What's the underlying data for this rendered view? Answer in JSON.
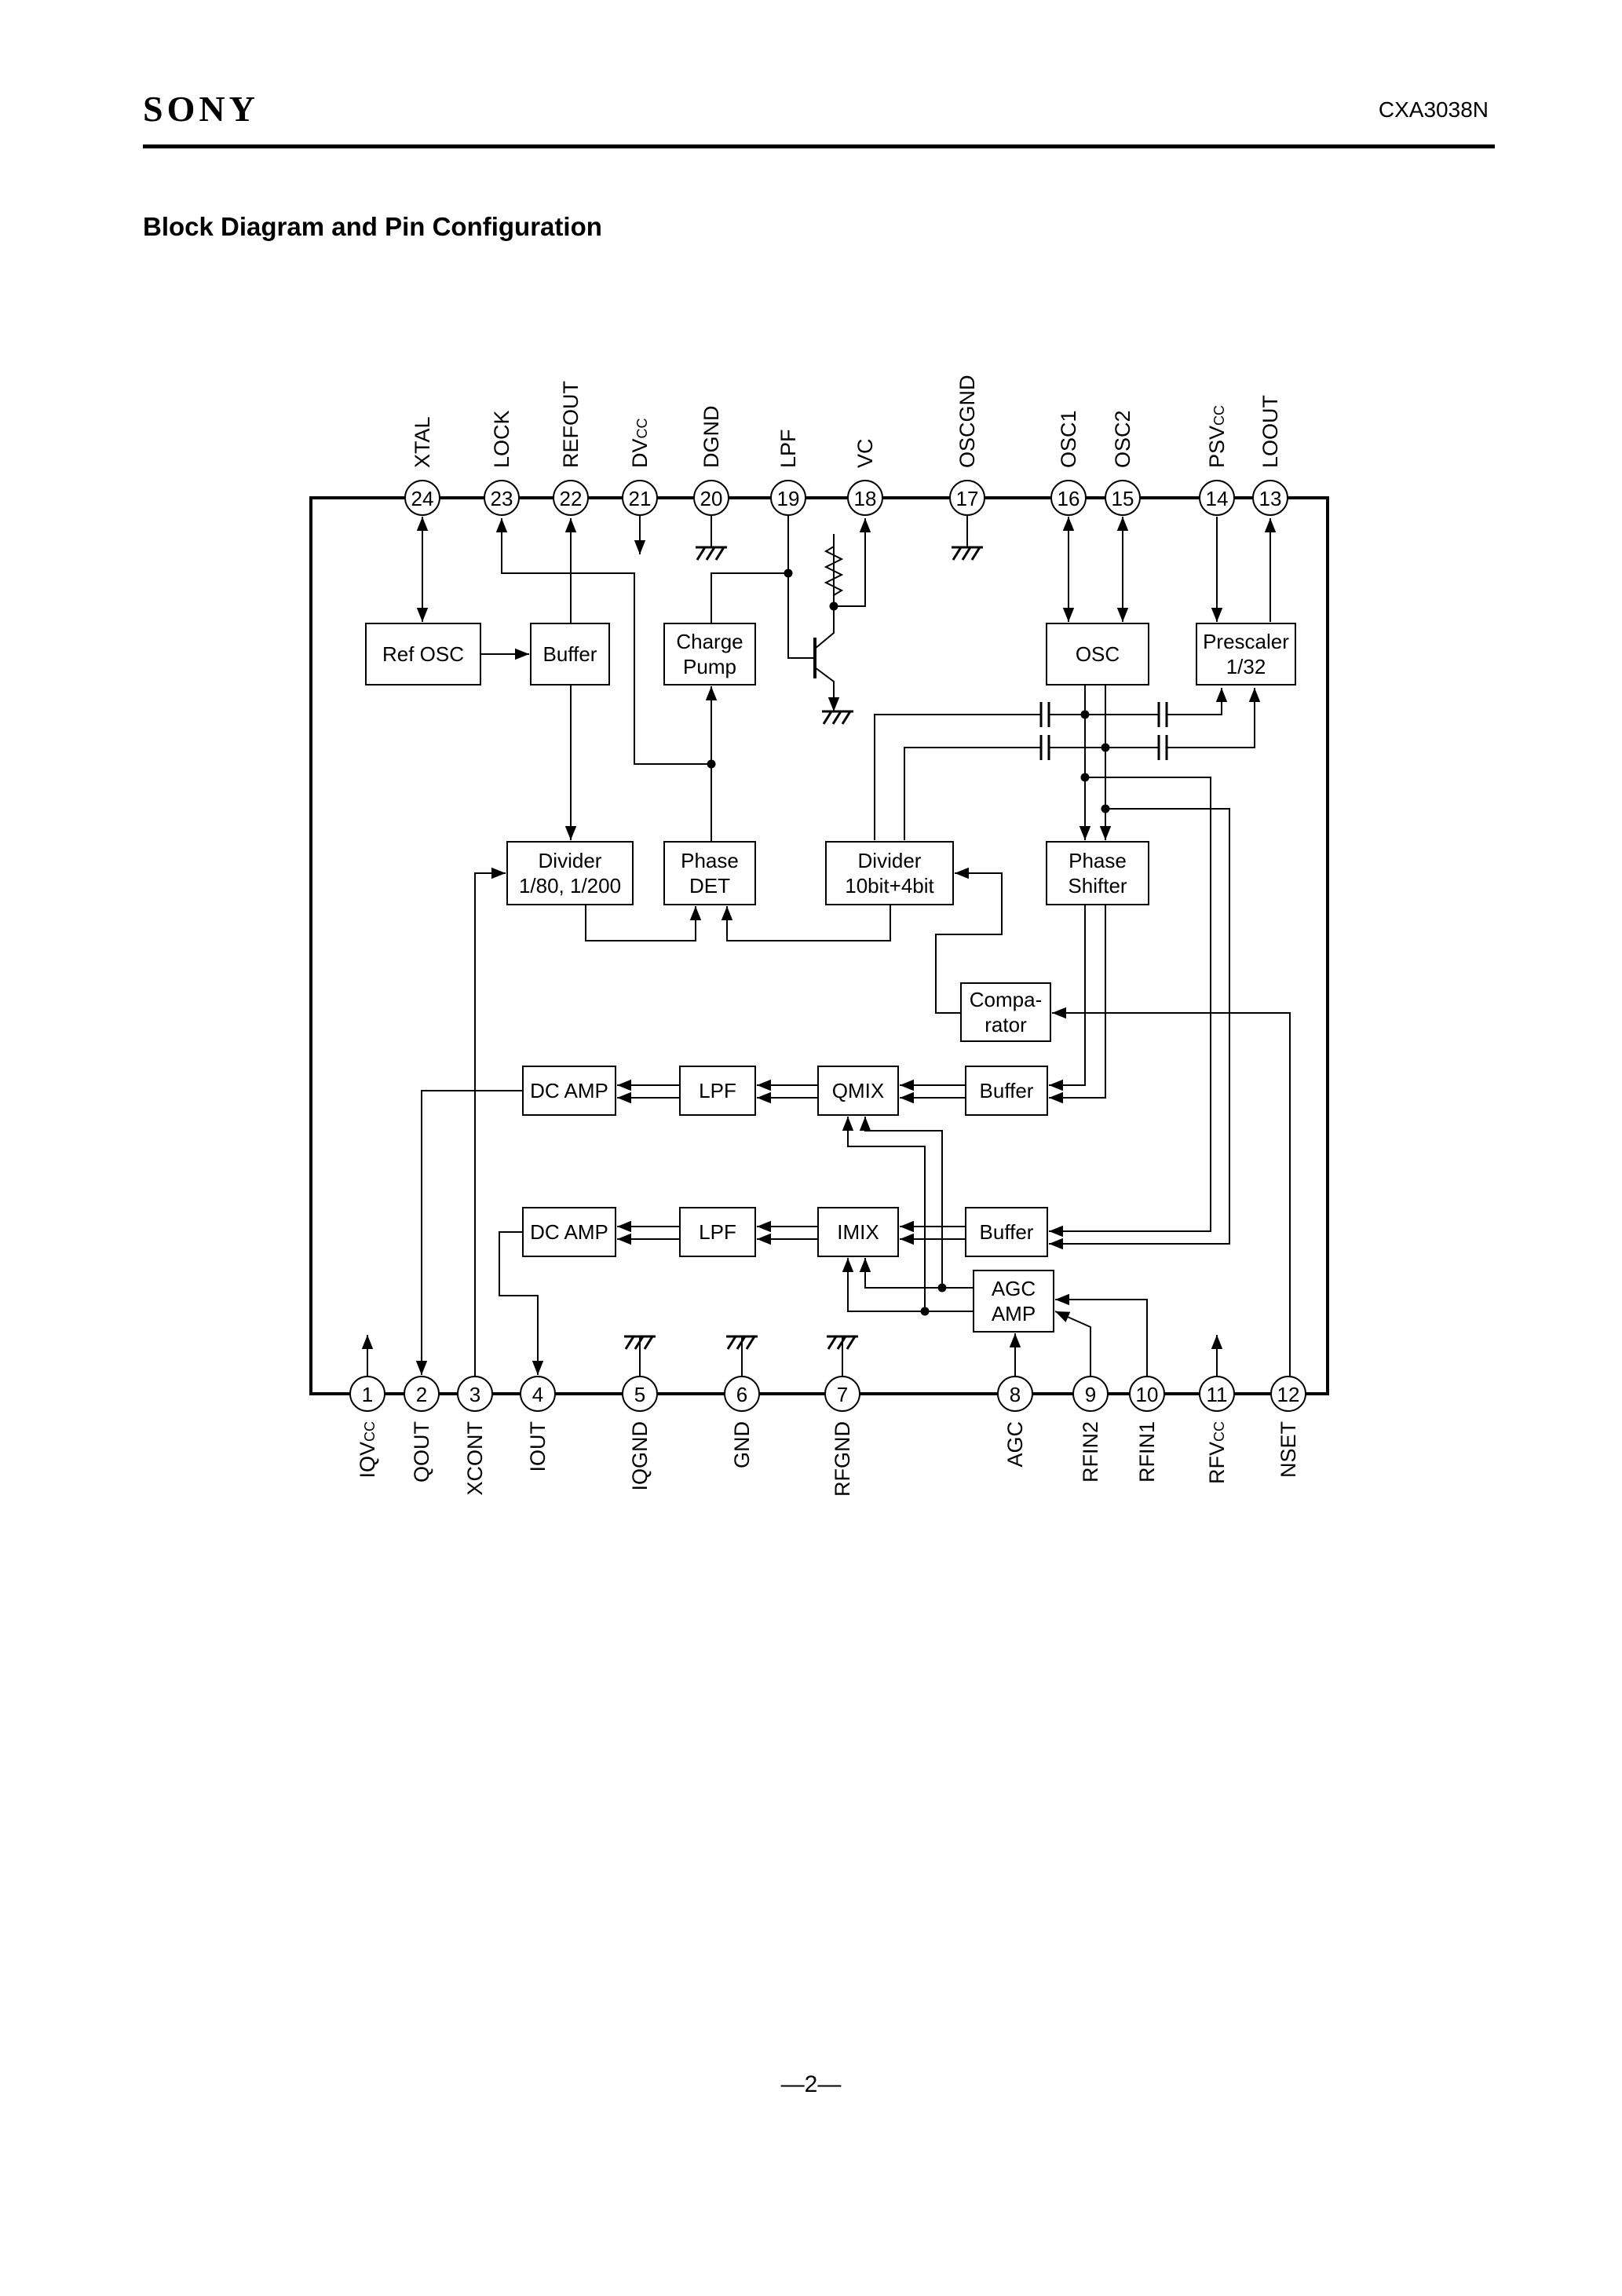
{
  "header": {
    "logo": "SONY",
    "part_number": "CXA3038N"
  },
  "section_title": "Block Diagram and Pin Configuration",
  "page_number": "—2—",
  "blocks": {
    "ref_osc": [
      "Ref OSC"
    ],
    "buffer_top": [
      "Buffer"
    ],
    "charge_pump": [
      "Charge",
      "Pump"
    ],
    "osc": [
      "OSC"
    ],
    "prescaler": [
      "Prescaler",
      "1/32"
    ],
    "divider_ref": [
      "Divider",
      "1/80, 1/200"
    ],
    "phase_det": [
      "Phase",
      "DET"
    ],
    "divider_main": [
      "Divider",
      "10bit+4bit"
    ],
    "phase_shifter": [
      "Phase",
      "Shifter"
    ],
    "comparator": [
      "Compa-",
      "rator"
    ],
    "dc_amp_q": [
      "DC AMP"
    ],
    "lpf_q": [
      "LPF"
    ],
    "qmix": [
      "QMIX"
    ],
    "buffer_q": [
      "Buffer"
    ],
    "dc_amp_i": [
      "DC AMP"
    ],
    "lpf_i": [
      "LPF"
    ],
    "imix": [
      "IMIX"
    ],
    "buffer_i": [
      "Buffer"
    ],
    "agc_amp": [
      "AGC",
      "AMP"
    ]
  },
  "pins_top": [
    {
      "num": "24",
      "label": "XTAL"
    },
    {
      "num": "23",
      "label": "LOCK"
    },
    {
      "num": "22",
      "label": "REFOUT"
    },
    {
      "num": "21",
      "label": "DV",
      "sub": "CC"
    },
    {
      "num": "20",
      "label": "DGND"
    },
    {
      "num": "19",
      "label": "LPF"
    },
    {
      "num": "18",
      "label": "VC"
    },
    {
      "num": "17",
      "label": "OSCGND"
    },
    {
      "num": "16",
      "label": "OSC1"
    },
    {
      "num": "15",
      "label": "OSC2"
    },
    {
      "num": "14",
      "label": "PSV",
      "sub": "CC"
    },
    {
      "num": "13",
      "label": "LOOUT"
    }
  ],
  "pins_bottom": [
    {
      "num": "1",
      "label": "IQV",
      "sub": "CC"
    },
    {
      "num": "2",
      "label": "QOUT"
    },
    {
      "num": "3",
      "label": "XCONT"
    },
    {
      "num": "4",
      "label": "IOUT"
    },
    {
      "num": "5",
      "label": "IQGND"
    },
    {
      "num": "6",
      "label": "GND"
    },
    {
      "num": "7",
      "label": "RFGND"
    },
    {
      "num": "8",
      "label": "AGC"
    },
    {
      "num": "9",
      "label": "RFIN2"
    },
    {
      "num": "10",
      "label": "RFIN1"
    },
    {
      "num": "11",
      "label": "RFV",
      "sub": "CC"
    },
    {
      "num": "12",
      "label": "NSET"
    }
  ]
}
